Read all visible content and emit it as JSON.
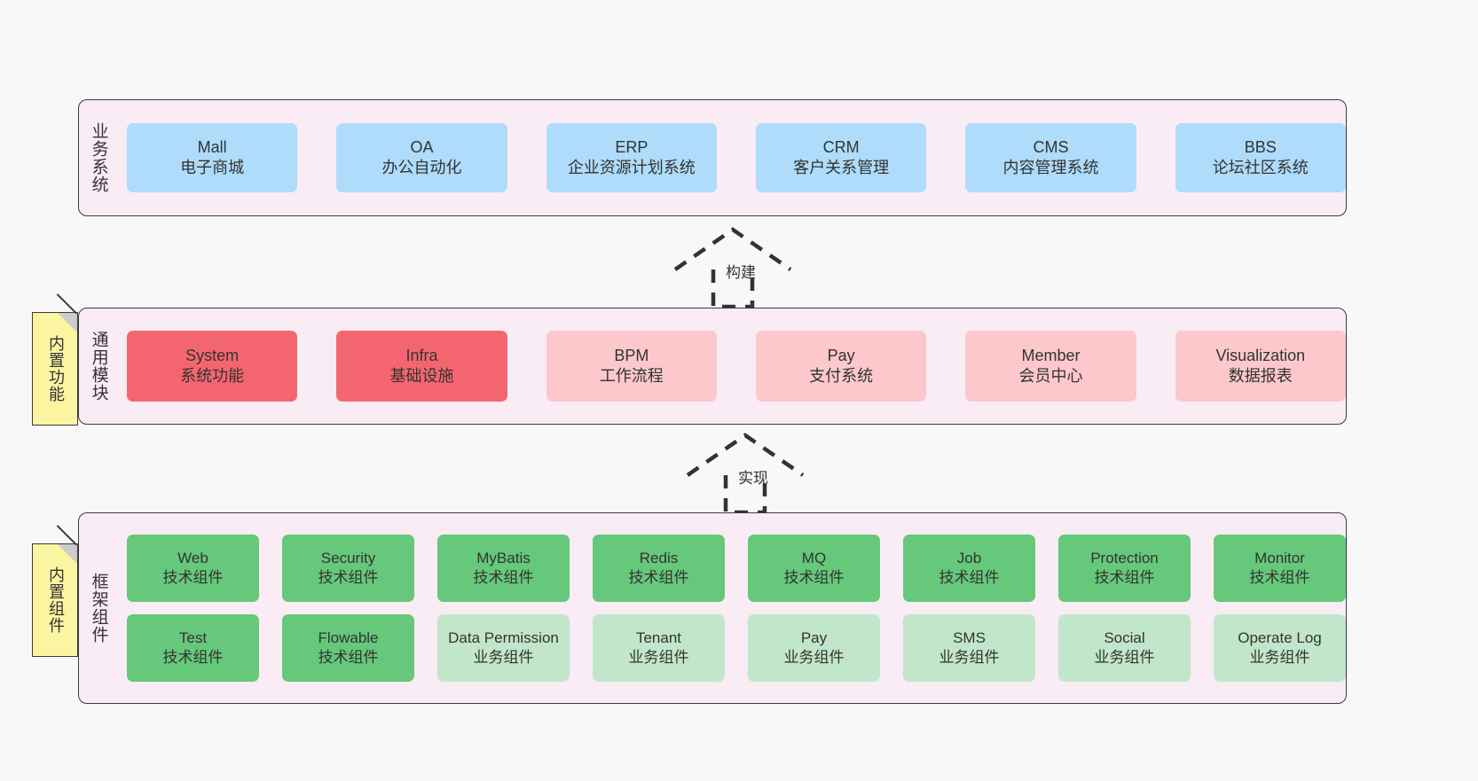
{
  "diagram": {
    "title": "",
    "background_color": "#f8f8f8",
    "layer_fill": "#f9ecf5",
    "note_fill": "#fbf4a0",
    "colors": {
      "blue": "#aedcfa",
      "red": "#f4666f",
      "pink": "#fcc8cb",
      "green": "#66c87a",
      "light_green": "#c2e6ca",
      "note_yellow": "#fbf4a0",
      "border": "#3a3a3a",
      "text": "#333333"
    }
  },
  "notes": [
    {
      "label": "内置功能"
    },
    {
      "label": "内置组件"
    }
  ],
  "connectors": [
    {
      "label": "构建",
      "style": "dashed-generalization",
      "direction": "up"
    },
    {
      "label": "实现",
      "style": "dashed-generalization",
      "direction": "up"
    }
  ],
  "layers": [
    {
      "id": "business",
      "label": "业务系统",
      "rows": [
        {
          "cards": [
            {
              "name": "Mall",
              "desc": "电子商城",
              "color": "blue"
            },
            {
              "name": "OA",
              "desc": "办公自动化",
              "color": "blue"
            },
            {
              "name": "ERP",
              "desc": "企业资源计划系统",
              "color": "blue"
            },
            {
              "name": "CRM",
              "desc": "客户关系管理",
              "color": "blue"
            },
            {
              "name": "CMS",
              "desc": "内容管理系统",
              "color": "blue"
            },
            {
              "name": "BBS",
              "desc": "论坛社区系统",
              "color": "blue"
            }
          ]
        }
      ]
    },
    {
      "id": "common",
      "label": "通用模块",
      "rows": [
        {
          "cards": [
            {
              "name": "System",
              "desc": "系统功能",
              "color": "red"
            },
            {
              "name": "Infra",
              "desc": "基础设施",
              "color": "red"
            },
            {
              "name": "BPM",
              "desc": "工作流程",
              "color": "pink"
            },
            {
              "name": "Pay",
              "desc": "支付系统",
              "color": "pink"
            },
            {
              "name": "Member",
              "desc": "会员中心",
              "color": "pink"
            },
            {
              "name": "Visualization",
              "desc": "数据报表",
              "color": "pink"
            }
          ]
        }
      ]
    },
    {
      "id": "framework",
      "label": "框架组件",
      "rows": [
        {
          "cards": [
            {
              "name": "Web",
              "desc": "技术组件",
              "color": "green"
            },
            {
              "name": "Security",
              "desc": "技术组件",
              "color": "green"
            },
            {
              "name": "MyBatis",
              "desc": "技术组件",
              "color": "green"
            },
            {
              "name": "Redis",
              "desc": "技术组件",
              "color": "green"
            },
            {
              "name": "MQ",
              "desc": "技术组件",
              "color": "green"
            },
            {
              "name": "Job",
              "desc": "技术组件",
              "color": "green"
            },
            {
              "name": "Protection",
              "desc": "技术组件",
              "color": "green"
            },
            {
              "name": "Monitor",
              "desc": "技术组件",
              "color": "green"
            }
          ]
        },
        {
          "cards": [
            {
              "name": "Test",
              "desc": "技术组件",
              "color": "green"
            },
            {
              "name": "Flowable",
              "desc": "技术组件",
              "color": "green"
            },
            {
              "name": "Data Permission",
              "desc": "业务组件",
              "color": "light_green"
            },
            {
              "name": "Tenant",
              "desc": "业务组件",
              "color": "light_green"
            },
            {
              "name": "Pay",
              "desc": "业务组件",
              "color": "light_green"
            },
            {
              "name": "SMS",
              "desc": "业务组件",
              "color": "light_green"
            },
            {
              "name": "Social",
              "desc": "业务组件",
              "color": "light_green"
            },
            {
              "name": "Operate Log",
              "desc": "业务组件",
              "color": "light_green"
            }
          ]
        }
      ]
    }
  ]
}
